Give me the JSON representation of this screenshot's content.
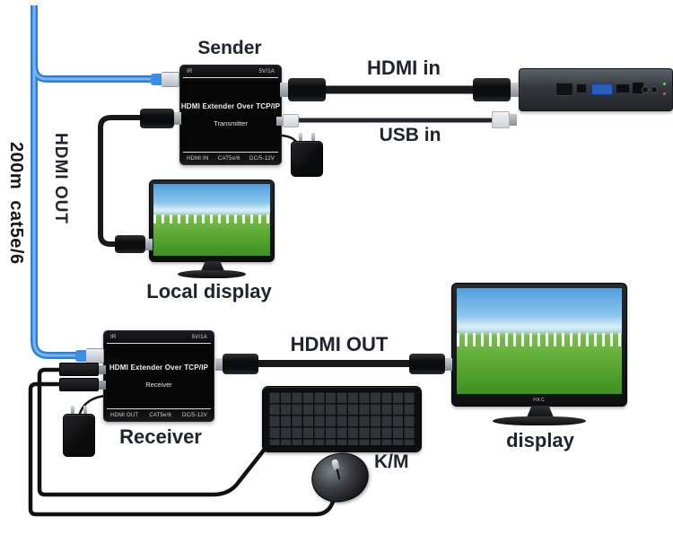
{
  "diagram_title": "HDMI Extender Over TCP/IP",
  "labels": {
    "sender": "Sender",
    "hdmi_in": "HDMI in",
    "usb_in": "USB in",
    "hdmi_out_sender": "HDMI OUT",
    "cable_run": "200m  cat5e/6",
    "local_display": "Local display",
    "hdmi_out_receiver": "HDMI OUT",
    "receiver": "Receiver",
    "display": "display",
    "keyboard_mouse": "K/M"
  },
  "transmitter_box": {
    "title": "HDMI Extender Over TCP/IP",
    "subtitle": "Transmitter",
    "ports_top": [
      "IR",
      "5V/1A"
    ],
    "ports_bottom": [
      "HDMI IN",
      "CAT5e/6",
      "DC/5-12V"
    ]
  },
  "receiver_box": {
    "title": "HDMI Extender Over TCP/IP",
    "subtitle": "Receiver",
    "ports_top": [
      "IR",
      "5V/1A"
    ],
    "ports_bottom": [
      "HDMI OUT",
      "CAT5e/6",
      "DC/5-12V"
    ]
  },
  "display_monitor": {
    "logo": "HKC"
  },
  "cables": [
    {
      "name": "cat5e-cable",
      "color": "#3b8de4",
      "label": "200m  cat5e/6"
    },
    {
      "name": "hdmi-in-cable",
      "color": "#17181a",
      "label": "HDMI in"
    },
    {
      "name": "usb-in-cable",
      "color": "#23262a",
      "label": "USB in"
    },
    {
      "name": "hdmi-out-local-cable",
      "color": "#17181a",
      "label": "HDMI OUT"
    },
    {
      "name": "hdmi-out-display-cable",
      "color": "#17181a",
      "label": "HDMI OUT"
    },
    {
      "name": "keyboard-cable",
      "color": "#101113",
      "label": "K/M"
    },
    {
      "name": "mouse-cable",
      "color": "#101113",
      "label": "K/M"
    }
  ],
  "colors": {
    "background": "#ffffff",
    "cable_blue": "#3b8de4",
    "label_text": "#20242e"
  }
}
